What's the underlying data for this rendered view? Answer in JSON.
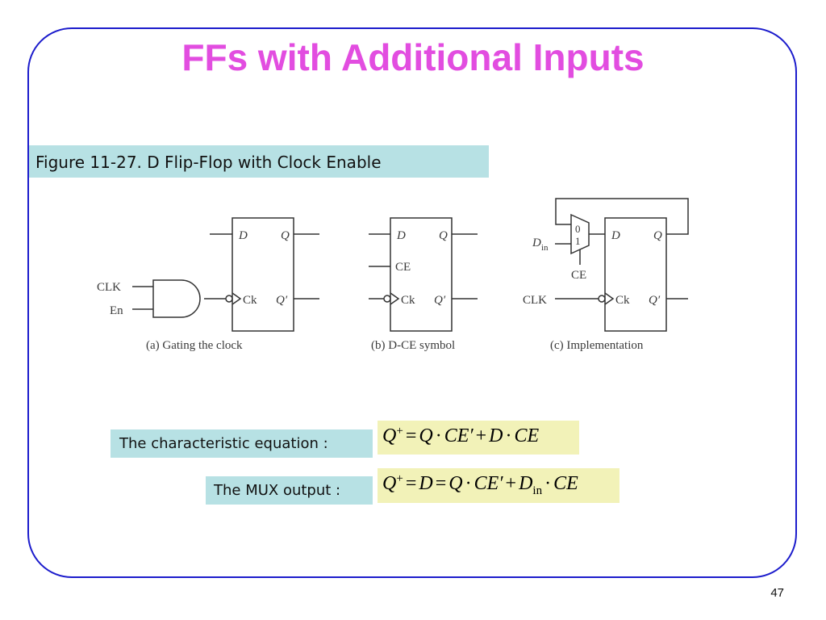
{
  "slide": {
    "title": "FFs with Additional Inputs",
    "figure_caption": "Figure 11-27. D Flip-Flop with Clock Enable",
    "page_number": "47"
  },
  "diagrams": {
    "a": {
      "caption": "(a) Gating the clock",
      "clk": "CLK",
      "en": "En",
      "d": "D",
      "q": "Q",
      "ck": "Ck",
      "qprime": "Q′"
    },
    "b": {
      "caption": "(b) D-CE symbol",
      "d": "D",
      "ce": "CE",
      "ck": "Ck",
      "q": "Q",
      "qprime": "Q′"
    },
    "c": {
      "caption": "(c) Implementation",
      "din": "D",
      "din_sub": "in",
      "mux0": "0",
      "mux1": "1",
      "ce": "CE",
      "clk": "CLK",
      "d": "D",
      "q": "Q",
      "ck": "Ck",
      "qprime": "Q′"
    }
  },
  "equations": {
    "characteristic_label": "The characteristic equation :",
    "characteristic": {
      "lhs": "Q",
      "lhs_sup": "+",
      "t1": "Q",
      "t2": "CE′",
      "t3": "D",
      "t4": "CE"
    },
    "mux_label": "The MUX output :",
    "mux": {
      "lhs": "Q",
      "lhs_sup": "+",
      "t0": "D",
      "t1": "Q",
      "t2": "CE′",
      "t3": "D",
      "t3_sub": "in",
      "t4": "CE"
    }
  }
}
